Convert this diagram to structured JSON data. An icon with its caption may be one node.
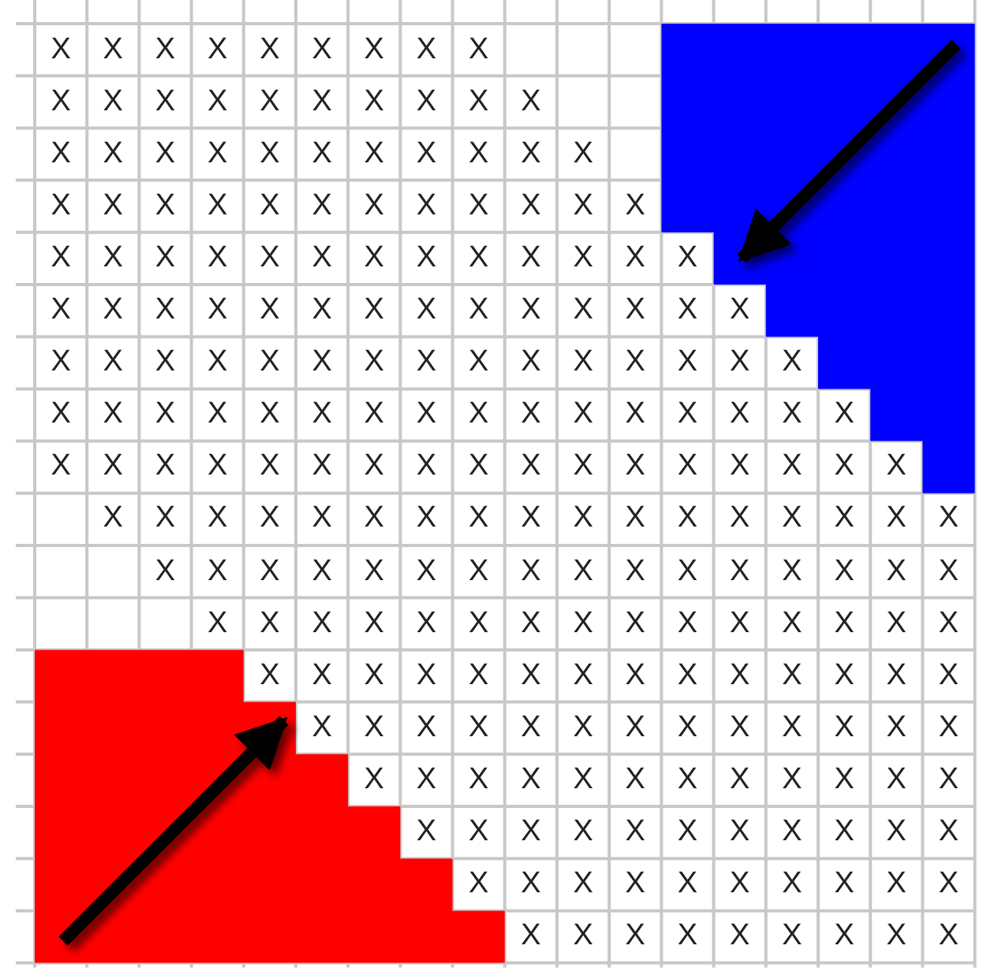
{
  "diagram": {
    "labels": [
      "X",
      "X",
      "X",
      "X",
      "X",
      "X",
      "X",
      "X",
      "X",
      "X",
      "X",
      "X",
      "X",
      "X",
      "X",
      "X",
      "X",
      "X",
      "X",
      "X",
      "X",
      "X",
      "X",
      "X",
      "X",
      "X",
      "X",
      "X",
      "X",
      "X",
      "X",
      "X",
      "X",
      "X",
      "X",
      "X",
      "X",
      "X",
      "X",
      "X",
      "X",
      "X",
      "X",
      "X",
      "X",
      "X",
      "X",
      "X",
      "X",
      "X",
      "X",
      "X",
      "X",
      "X",
      "X",
      "X",
      "X",
      "X",
      "X",
      "X",
      "X",
      "X",
      "X",
      "X",
      "X",
      "X",
      "X",
      "X",
      "X",
      "X",
      "X",
      "X",
      "X",
      "X",
      "X",
      "X",
      "X",
      "X",
      "X",
      "X",
      "X",
      "X",
      "X",
      "X",
      "X",
      "X",
      "X",
      "X",
      "X",
      "X",
      "X",
      "X",
      "X",
      "X",
      "X",
      "X",
      "X",
      "X",
      "X",
      "X",
      "X",
      "X",
      "X",
      "X",
      "X",
      "X",
      "X",
      "X",
      "X",
      "X",
      "X",
      "X",
      "X",
      "X",
      "X",
      "X",
      "X",
      "X",
      "X",
      "X",
      "X",
      "X",
      "X",
      "X",
      "X",
      "X",
      "X",
      "X",
      "X",
      "X",
      "X",
      "X",
      "X",
      "X",
      "X",
      "X",
      "X",
      "X",
      "X",
      "X",
      "X",
      "X",
      "X",
      "X",
      "X",
      "X",
      "X",
      "X",
      "X",
      "X",
      "X",
      "X",
      "X",
      "X",
      "X",
      "X",
      "X",
      "X",
      "X",
      "X",
      "X",
      "X",
      "X",
      "X",
      "X",
      "X",
      "X",
      "X",
      "X",
      "X",
      "X",
      "X",
      "X",
      "X",
      "X",
      "X",
      "X",
      "X",
      "X",
      "X",
      "X",
      "X",
      "X",
      "X",
      "X",
      "X",
      "X",
      "X",
      "X",
      "X",
      "X",
      "X",
      "X",
      "X",
      "X",
      "X",
      "X",
      "X",
      "X",
      "X",
      "X",
      "X",
      "X",
      "X",
      "X",
      "X",
      "X",
      "X",
      "X",
      "X",
      "X",
      "X",
      "X",
      "X",
      "X",
      "X",
      "X",
      "X",
      "X",
      "X",
      "X",
      "X",
      "X",
      "X",
      "X",
      "X",
      "X",
      "X",
      "X",
      "X",
      "X",
      "X",
      "X",
      "X"
    ]
  }
}
